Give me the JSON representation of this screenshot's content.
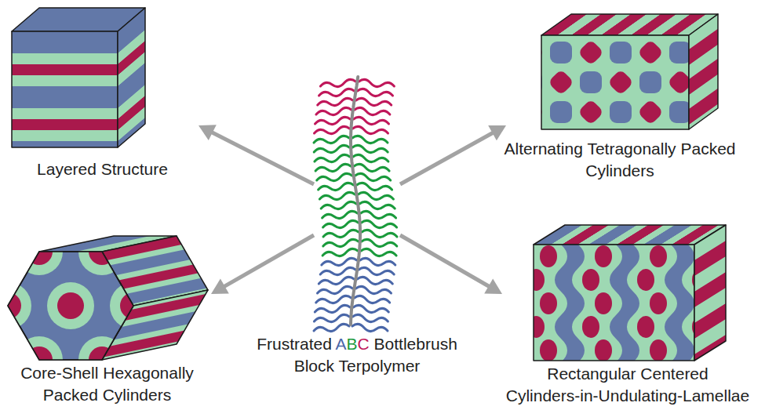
{
  "diagram": {
    "nodes": [
      {
        "text": [
          "Layered Structure"
        ]
      },
      {
        "text": [
          "Alternating Tetragonally Packed Cylinders"
        ]
      },
      {
        "text": [
          "Frustrated ABC Bottlebrush Block Terpolymer"
        ]
      },
      {
        "text": [
          "Core-Shell Hexagonally Packed Cylinders"
        ]
      },
      {
        "text": [
          "Rectangular Centered Cylinders-in-Undulating-Lamellae"
        ]
      }
    ],
    "edges": [
      {
        "from": 2,
        "to": 0,
        "arrow": "to"
      },
      {
        "from": 2,
        "to": 1,
        "arrow": "to"
      },
      {
        "from": 2,
        "to": 3,
        "arrow": "to"
      },
      {
        "from": 2,
        "to": 4,
        "arrow": "to"
      }
    ]
  }
}
